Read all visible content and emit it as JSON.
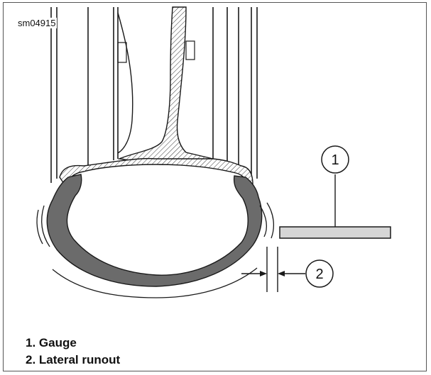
{
  "figure_id": "sm04915",
  "callouts": [
    {
      "number": "1"
    },
    {
      "number": "2"
    }
  ],
  "legend": [
    {
      "text": "1. Gauge"
    },
    {
      "text": "2. Lateral runout"
    }
  ],
  "colors": {
    "tire_section": "#6b6b6b",
    "gauge_fill": "#d6d6d6",
    "line": "#1a1a1a"
  }
}
